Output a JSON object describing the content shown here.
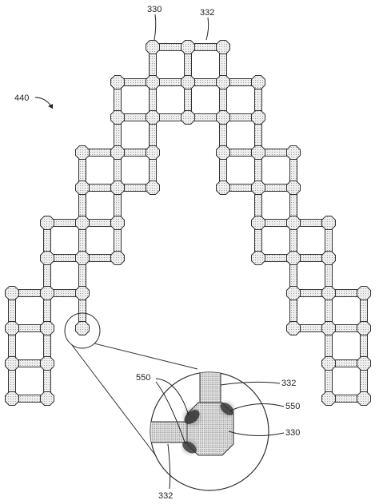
{
  "figure": {
    "ref_440": "440",
    "ref_330_top": "330",
    "ref_332_top": "332",
    "ref_550_left": "550",
    "ref_332_right": "332",
    "ref_550_right": "550",
    "ref_330_right": "330",
    "ref_332_bottom": "332"
  },
  "colors": {
    "stroke": "#333333",
    "node_fill": "#d0d0d0",
    "strut_fill": "#e6e6e6",
    "dark_region": "#5a5a5a"
  }
}
